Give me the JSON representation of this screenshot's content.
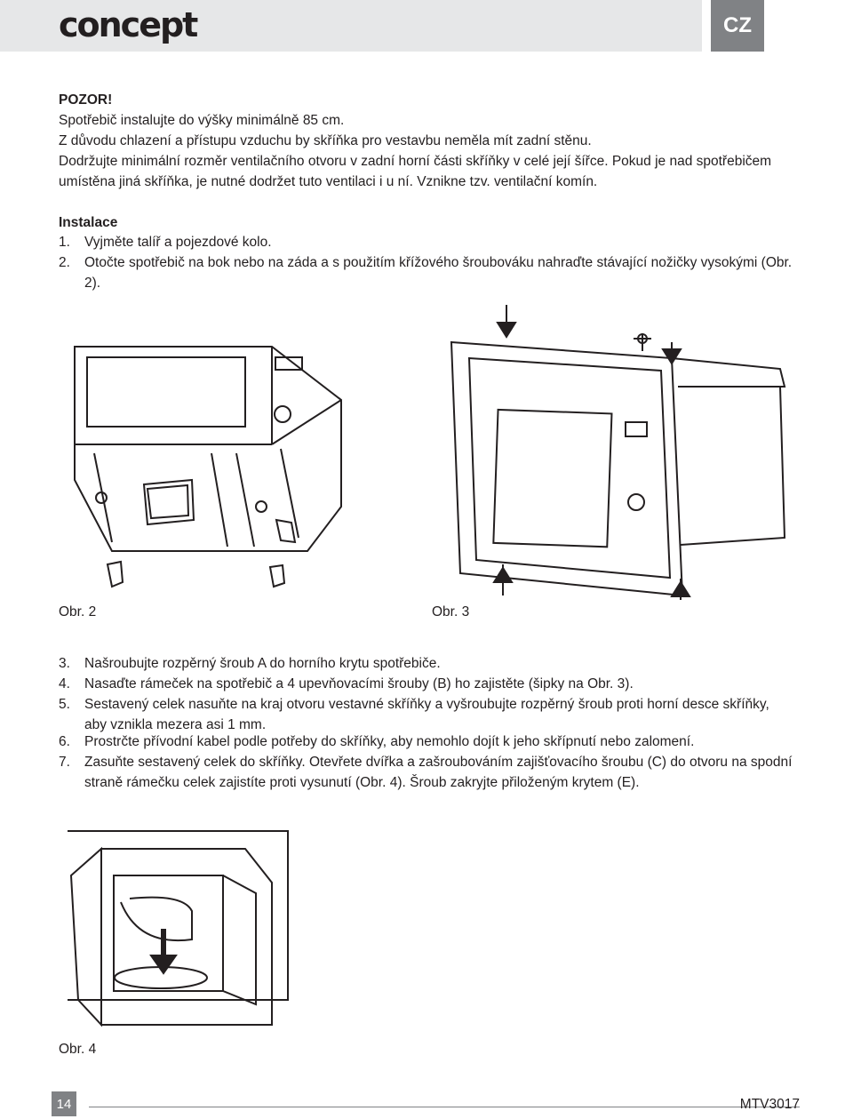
{
  "header": {
    "brand": "concept",
    "lang": "CZ"
  },
  "warning": {
    "title": "POZOR!",
    "lines": [
      "Spotřebič instalujte do výšky minimálně 85 cm.",
      "Z důvodu chlazení a přístupu vzduchu by skříňka pro vestavbu neměla mít zadní stěnu.",
      "Dodržujte minimální rozměr ventilačního otvoru v zadní horní části skříňky v celé její šířce. Pokud je nad spotřebičem",
      "umístěna jiná skříňka, je nutné dodržet tuto ventilaci i u ní. Vznikne tzv. ventilační komín."
    ]
  },
  "install": {
    "title": "Instalace",
    "steps_a": [
      {
        "n": "1.",
        "text": "Vyjměte talíř a pojezdové kolo."
      },
      {
        "n": "2.",
        "text": "Otočte spotřebič na bok nebo na záda a s použitím křížového šroubováku nahraďte stávající nožičky vysokými (Obr. 2)."
      }
    ],
    "steps_b": [
      {
        "n": "3.",
        "text": "Našroubujte rozpěrný šroub A do horního krytu spotřebiče."
      },
      {
        "n": "4.",
        "text": "Nasaďte rámeček na spotřebič a 4 upevňovacími šrouby (B) ho zajistěte (šipky na Obr. 3)."
      },
      {
        "n": "5.",
        "text": "Sestavený celek nasuňte na kraj otvoru vestavné skříňky a vyšroubujte rozpěrný šroub proti horní desce skříňky, aby vznikla mezera asi 1 mm."
      },
      {
        "n": "6.",
        "text": "Prostrčte přívodní kabel podle potřeby do skříňky, aby nemohlo dojít k jeho skřípnutí nebo zalomení."
      },
      {
        "n": "7.",
        "text": "Zasuňte sestavený celek do skříňky. Otevřete dvířka a zašroubováním zajišťovacího šroubu (C) do otvoru na spodní straně rámečku celek zajistíte proti vysunutí (Obr. 4). Šroub zakryjte přiloženým krytem (E)."
      }
    ]
  },
  "figures": {
    "fig2": "Obr. 2",
    "fig3": "Obr. 3",
    "fig4": "Obr. 4"
  },
  "footer": {
    "page": "14",
    "model": "MTV3017"
  }
}
